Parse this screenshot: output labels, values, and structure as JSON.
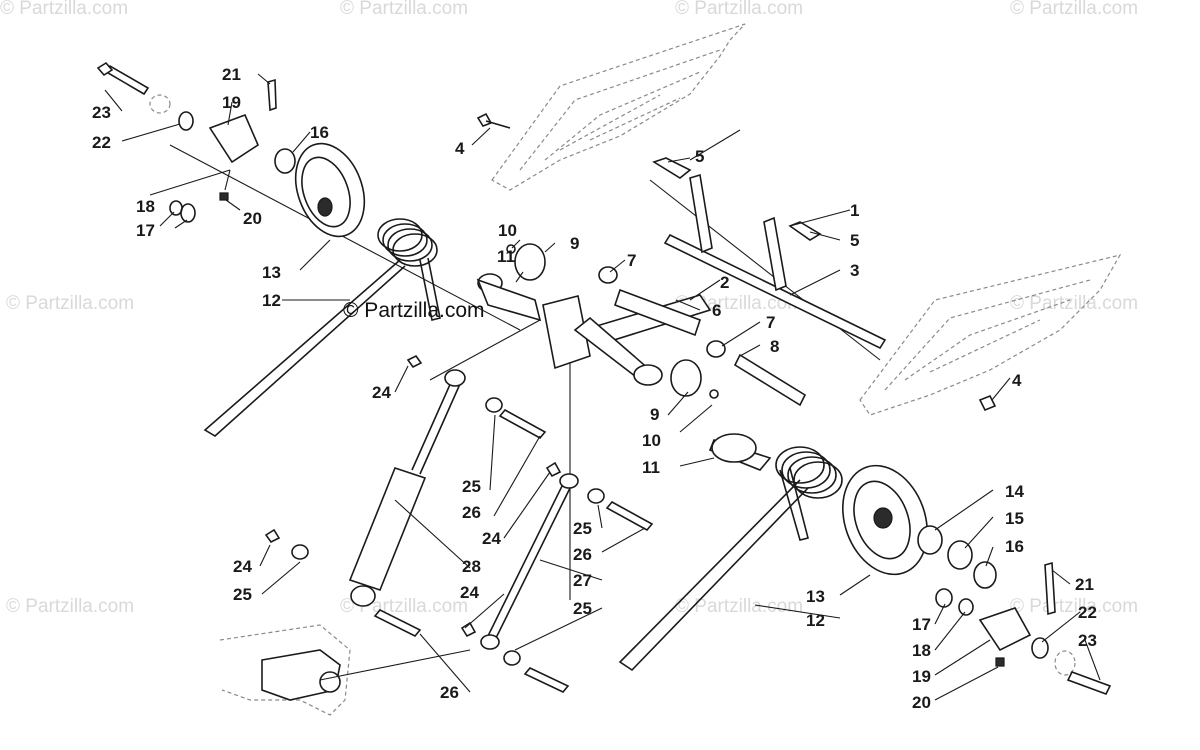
{
  "watermark": "© Partzilla.com",
  "brand": "© Partzilla.com",
  "callouts": [
    "1",
    "2",
    "3",
    "4",
    "4",
    "5",
    "5",
    "6",
    "7",
    "7",
    "8",
    "9",
    "9",
    "10",
    "10",
    "11",
    "11",
    "12",
    "12",
    "13",
    "13",
    "14",
    "15",
    "16",
    "16",
    "17",
    "17",
    "18",
    "18",
    "19",
    "19",
    "20",
    "20",
    "21",
    "21",
    "22",
    "22",
    "23",
    "23",
    "24",
    "24",
    "24",
    "24",
    "25",
    "25",
    "25",
    "25",
    "26",
    "26",
    "26",
    "27",
    "28"
  ]
}
